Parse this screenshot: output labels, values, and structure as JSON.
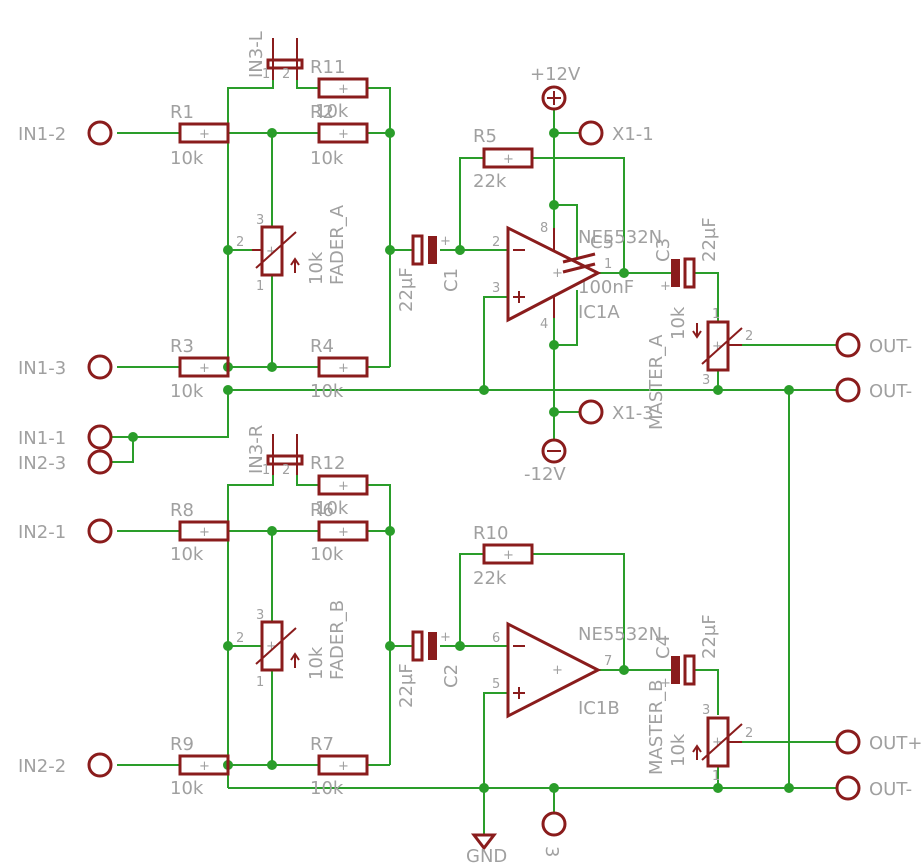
{
  "inputs": [
    "IN1-2",
    "IN1-3",
    "IN1-1",
    "IN2-3",
    "IN2-1",
    "IN2-2"
  ],
  "outputs": [
    "OUT-",
    "OUT-",
    "OUT+",
    "OUT-"
  ],
  "jumpers": [
    "IN3-L",
    "IN3-R"
  ],
  "resistors": {
    "r1": {
      "name": "R1",
      "value": "10k"
    },
    "r2": {
      "name": "R2",
      "value": "10k"
    },
    "r3": {
      "name": "R3",
      "value": "10k"
    },
    "r4": {
      "name": "R4",
      "value": "10k"
    },
    "r5": {
      "name": "R5",
      "value": "22k"
    },
    "r6": {
      "name": "R6",
      "value": "10k"
    },
    "r7": {
      "name": "R7",
      "value": "10k"
    },
    "r8": {
      "name": "R8",
      "value": "10k"
    },
    "r9": {
      "name": "R9",
      "value": "10k"
    },
    "r10": {
      "name": "R10",
      "value": "22k"
    },
    "r11": {
      "name": "R11",
      "value": "10k"
    },
    "r12": {
      "name": "R12",
      "value": "10k"
    }
  },
  "pots": {
    "fader_a": {
      "name": "FADER_A",
      "value": "10k"
    },
    "fader_b": {
      "name": "FADER_B",
      "value": "10k"
    },
    "master_a": {
      "name": "MASTER_A",
      "value": "10k"
    },
    "master_b": {
      "name": "MASTER_B",
      "value": "10k"
    }
  },
  "caps": {
    "c1": {
      "name": "C1",
      "value": "22µF"
    },
    "c2": {
      "name": "C2",
      "value": "22µF"
    },
    "c3": {
      "name": "C3",
      "value": "22µF"
    },
    "c4": {
      "name": "C4",
      "value": "22µF"
    },
    "c5": {
      "name": "C5",
      "value": "100nF"
    }
  },
  "opamps": {
    "ic1a": {
      "name": "IC1A",
      "part": "NE5532N"
    },
    "ic1b": {
      "name": "IC1B",
      "part": "NE5532N"
    }
  },
  "power": {
    "vpos": "+12V",
    "vneg": "-12V",
    "gnd": "GND",
    "x1_1": "X1-1",
    "x1_3": "X1-3",
    "bottom_pin": "3"
  },
  "pins": {
    "one": "1",
    "two": "2",
    "three": "3",
    "four": "4",
    "five": "5",
    "six": "6",
    "seven": "7",
    "eight": "8"
  },
  "colors": {
    "symbol": "#8a1c1c",
    "net": "#2a9d2a",
    "label": "#a0a0a0"
  }
}
